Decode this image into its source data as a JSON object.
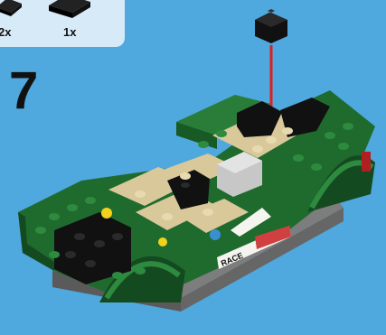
{
  "parts_list": {
    "items": [
      {
        "qty": "2x",
        "part": "black-slope-brick"
      },
      {
        "qty": "1x",
        "part": "black-slope-brick"
      }
    ]
  },
  "step": {
    "number": "7"
  },
  "model": {
    "new_part": "black-curved-slope",
    "arrow_color": "#e01e1e",
    "body_color": "#1f6b2e",
    "tan_color": "#d9c89a",
    "sticker_text": "RACE"
  }
}
